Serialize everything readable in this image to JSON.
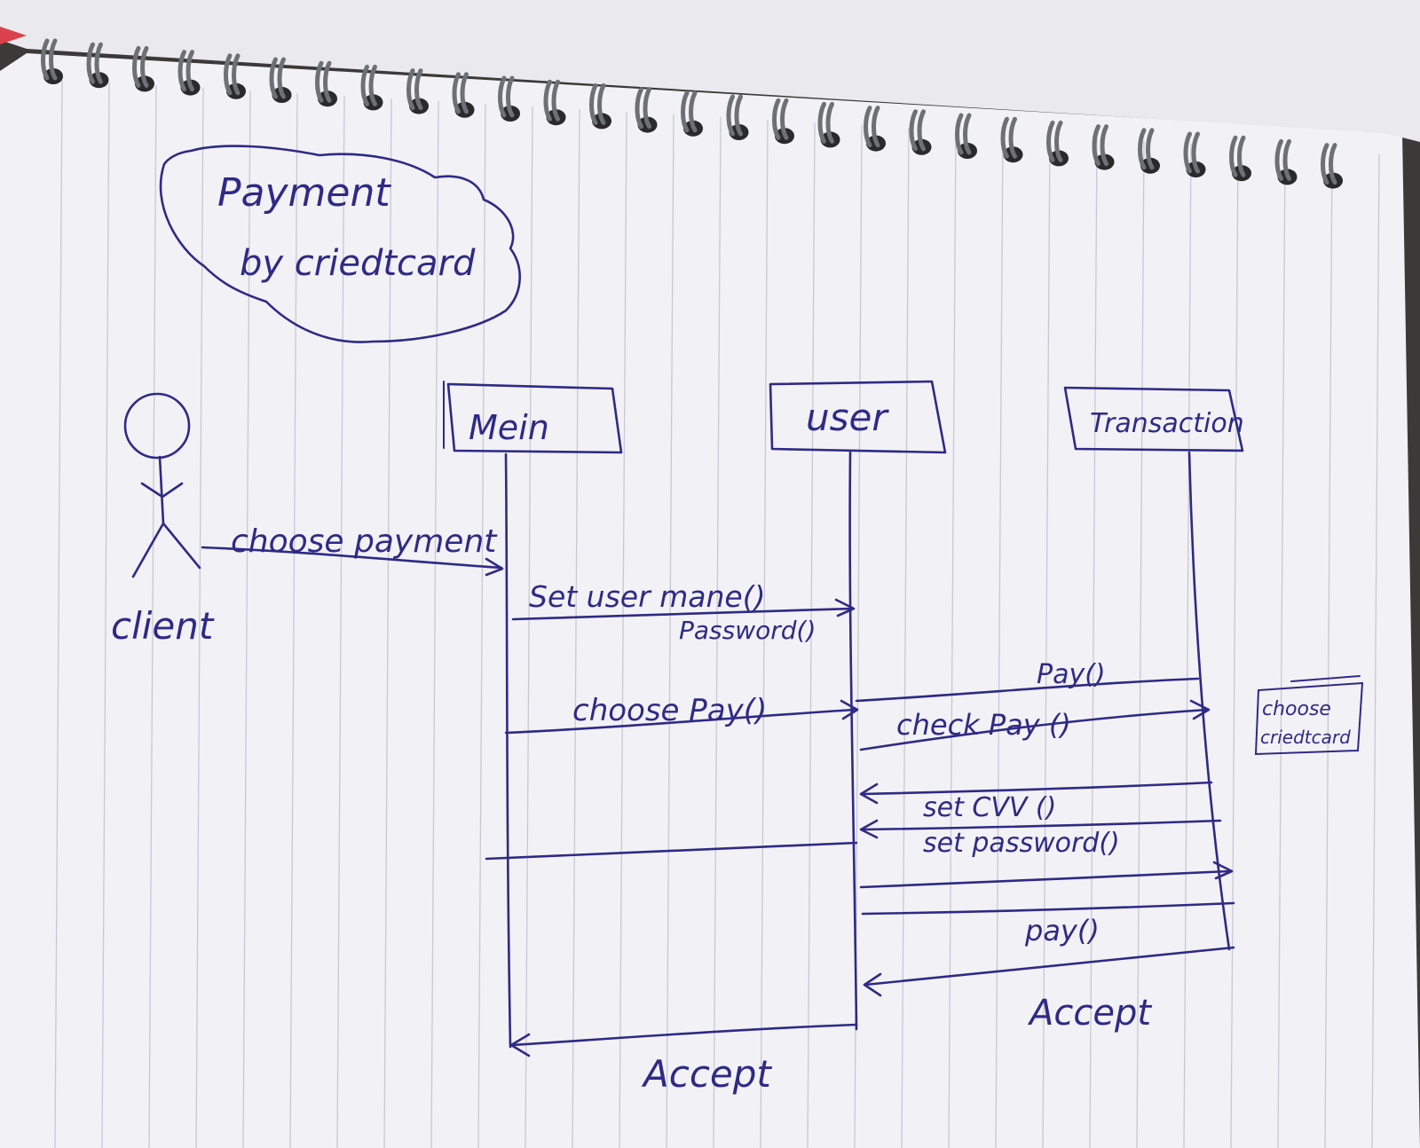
{
  "title": {
    "line1": "Payment",
    "line2": "by criedtcard"
  },
  "actor": {
    "label": "client"
  },
  "lifelines": [
    {
      "id": "main",
      "label": "Mein"
    },
    {
      "id": "user",
      "label": "user"
    },
    {
      "id": "transaction",
      "label": "Transaction"
    }
  ],
  "messages": {
    "choose_payment": "choose payment",
    "set_username": "Set user mane()",
    "password": "Password()",
    "pay_1": "Pay()",
    "choose_pay": "choose Pay()",
    "check_pay": "check Pay ()",
    "set_cvv": "set CVV ()",
    "set_password": "set password()",
    "pay_2": "pay()",
    "accept_1": "Accept",
    "accept_2": "Accept"
  },
  "side_note": {
    "line1": "choose",
    "line2": "criedtcard"
  },
  "colors": {
    "ink": "#2e2a86",
    "paper": "#f1f0f4",
    "rule_line": "#c8c8d4",
    "ring": "#6e7076"
  }
}
